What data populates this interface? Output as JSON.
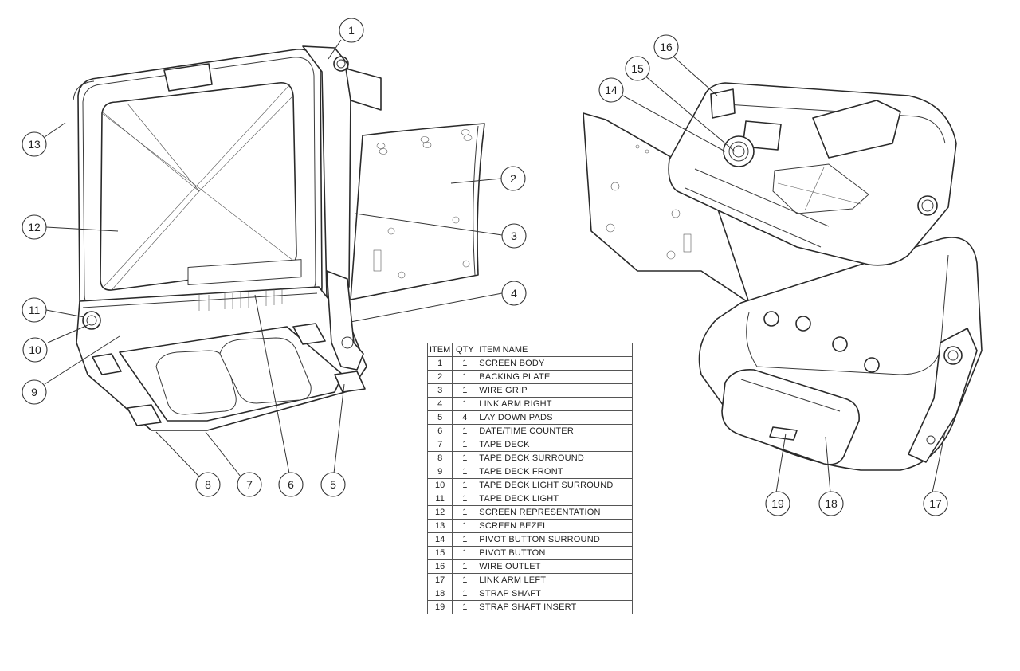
{
  "table": {
    "headers": [
      "ITEM",
      "QTY",
      "ITEM NAME"
    ],
    "rows": [
      {
        "item": "1",
        "qty": "1",
        "name": "SCREEN BODY"
      },
      {
        "item": "2",
        "qty": "1",
        "name": "BACKING PLATE"
      },
      {
        "item": "3",
        "qty": "1",
        "name": "WIRE GRIP"
      },
      {
        "item": "4",
        "qty": "1",
        "name": "LINK ARM RIGHT"
      },
      {
        "item": "5",
        "qty": "4",
        "name": "LAY DOWN PADS"
      },
      {
        "item": "6",
        "qty": "1",
        "name": "DATE/TIME COUNTER"
      },
      {
        "item": "7",
        "qty": "1",
        "name": "TAPE DECK"
      },
      {
        "item": "8",
        "qty": "1",
        "name": "TAPE DECK SURROUND"
      },
      {
        "item": "9",
        "qty": "1",
        "name": "TAPE DECK FRONT"
      },
      {
        "item": "10",
        "qty": "1",
        "name": "TAPE DECK LIGHT SURROUND"
      },
      {
        "item": "11",
        "qty": "1",
        "name": "TAPE DECK LIGHT"
      },
      {
        "item": "12",
        "qty": "1",
        "name": "SCREEN REPRESENTATION"
      },
      {
        "item": "13",
        "qty": "1",
        "name": "SCREEN BEZEL"
      },
      {
        "item": "14",
        "qty": "1",
        "name": "PIVOT BUTTON SURROUND"
      },
      {
        "item": "15",
        "qty": "1",
        "name": "PIVOT BUTTON"
      },
      {
        "item": "16",
        "qty": "1",
        "name": "WIRE OUTLET"
      },
      {
        "item": "17",
        "qty": "1",
        "name": "LINK ARM LEFT"
      },
      {
        "item": "18",
        "qty": "1",
        "name": "STRAP SHAFT"
      },
      {
        "item": "19",
        "qty": "1",
        "name": "STRAP SHAFT INSERT"
      }
    ]
  },
  "balloons": [
    "1",
    "2",
    "3",
    "4",
    "5",
    "6",
    "7",
    "8",
    "9",
    "10",
    "11",
    "12",
    "13",
    "14",
    "15",
    "16",
    "17",
    "18",
    "19"
  ]
}
